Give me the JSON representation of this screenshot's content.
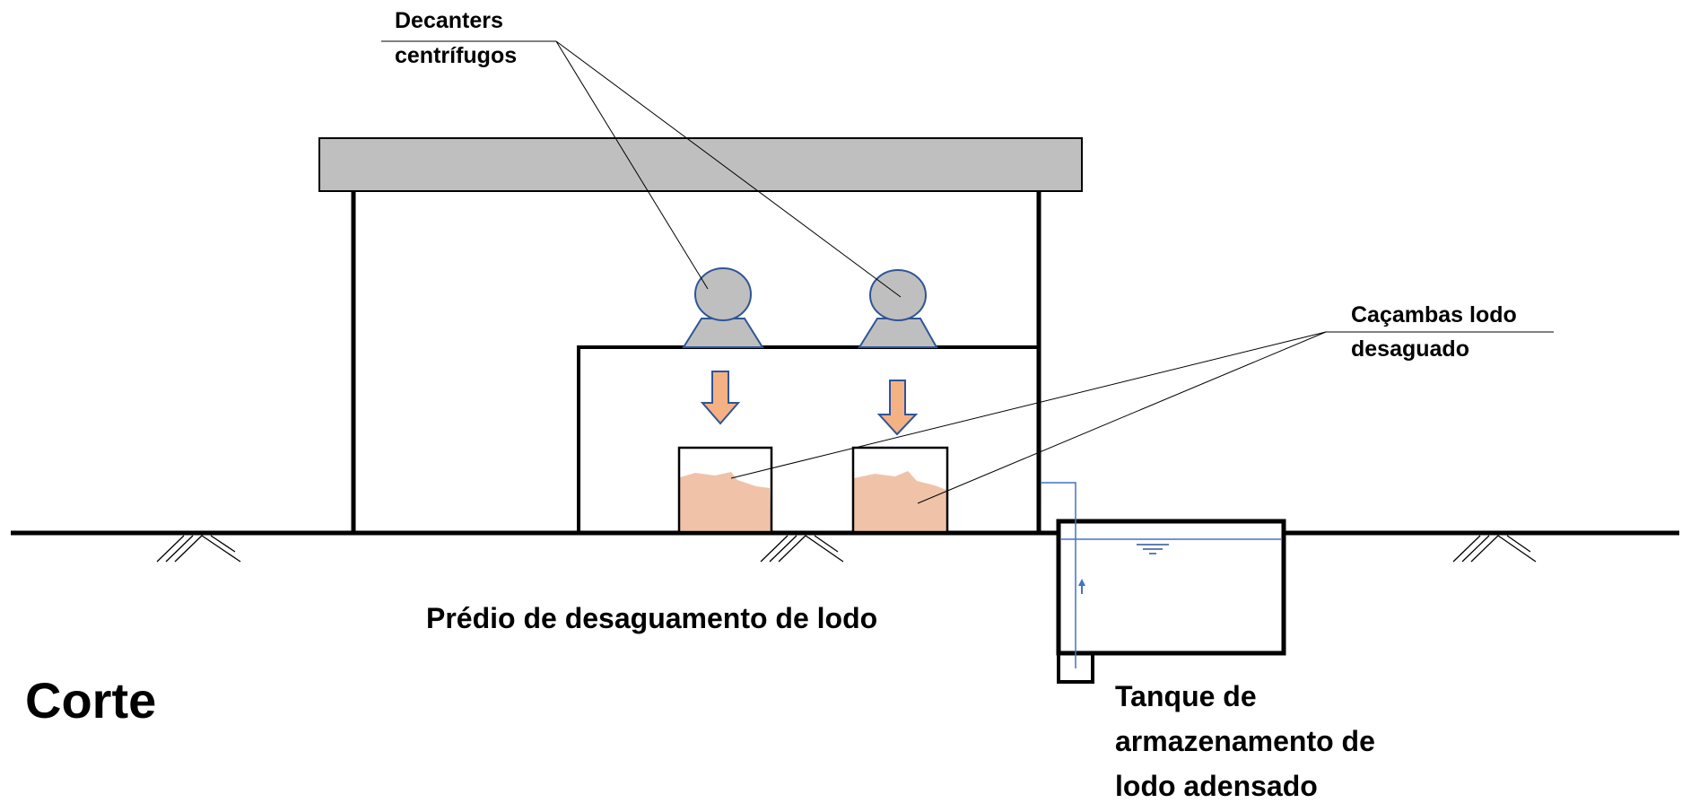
{
  "labels": {
    "decanters_line1": "Decanters",
    "decanters_line2": "centrífugos",
    "cacambas_line1": "Caçambas lodo",
    "cacambas_line2": "desaguado",
    "building": "Prédio de desaguamento de lodo",
    "tank_line1": "Tanque de",
    "tank_line2": "armazenamento  de",
    "tank_line3": "lodo adensado",
    "section": "Corte"
  },
  "colors": {
    "roof": "#bfbfbf",
    "decanter": "#bfbfbf",
    "decanter_outline": "#2f5597",
    "arrow": "#f4b183",
    "arrow_outline": "#2f5597",
    "sludge": "#f0c3a8",
    "pipe": "#4472c4",
    "ink": "#000000"
  },
  "icons": {
    "ground_hatch": "ground-hatch-icon",
    "water_level": "water-level-icon",
    "flow_arrow": "flow-up-arrow-icon"
  }
}
